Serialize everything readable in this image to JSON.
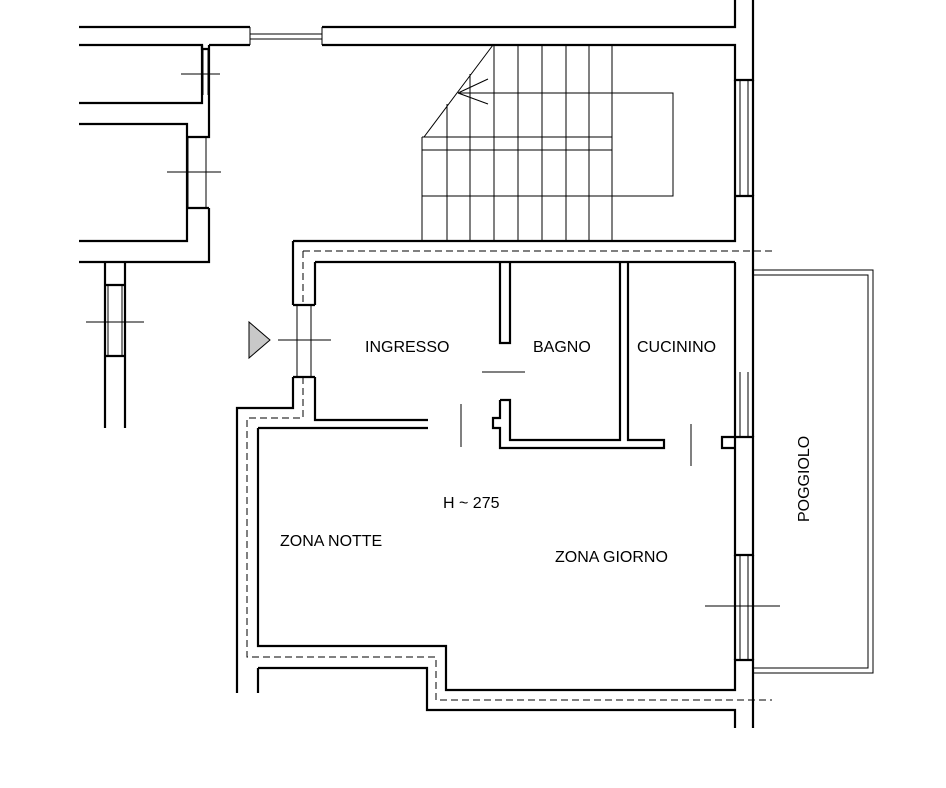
{
  "rooms": {
    "ingresso": "INGRESSO",
    "bagno": "BAGNO",
    "cucinino": "CUCININO",
    "poggiolo": "POGGIOLO",
    "zona_notte": "ZONA NOTTE",
    "zona_giorno": "ZONA GIORNO"
  },
  "height_label": "H ~ 275"
}
